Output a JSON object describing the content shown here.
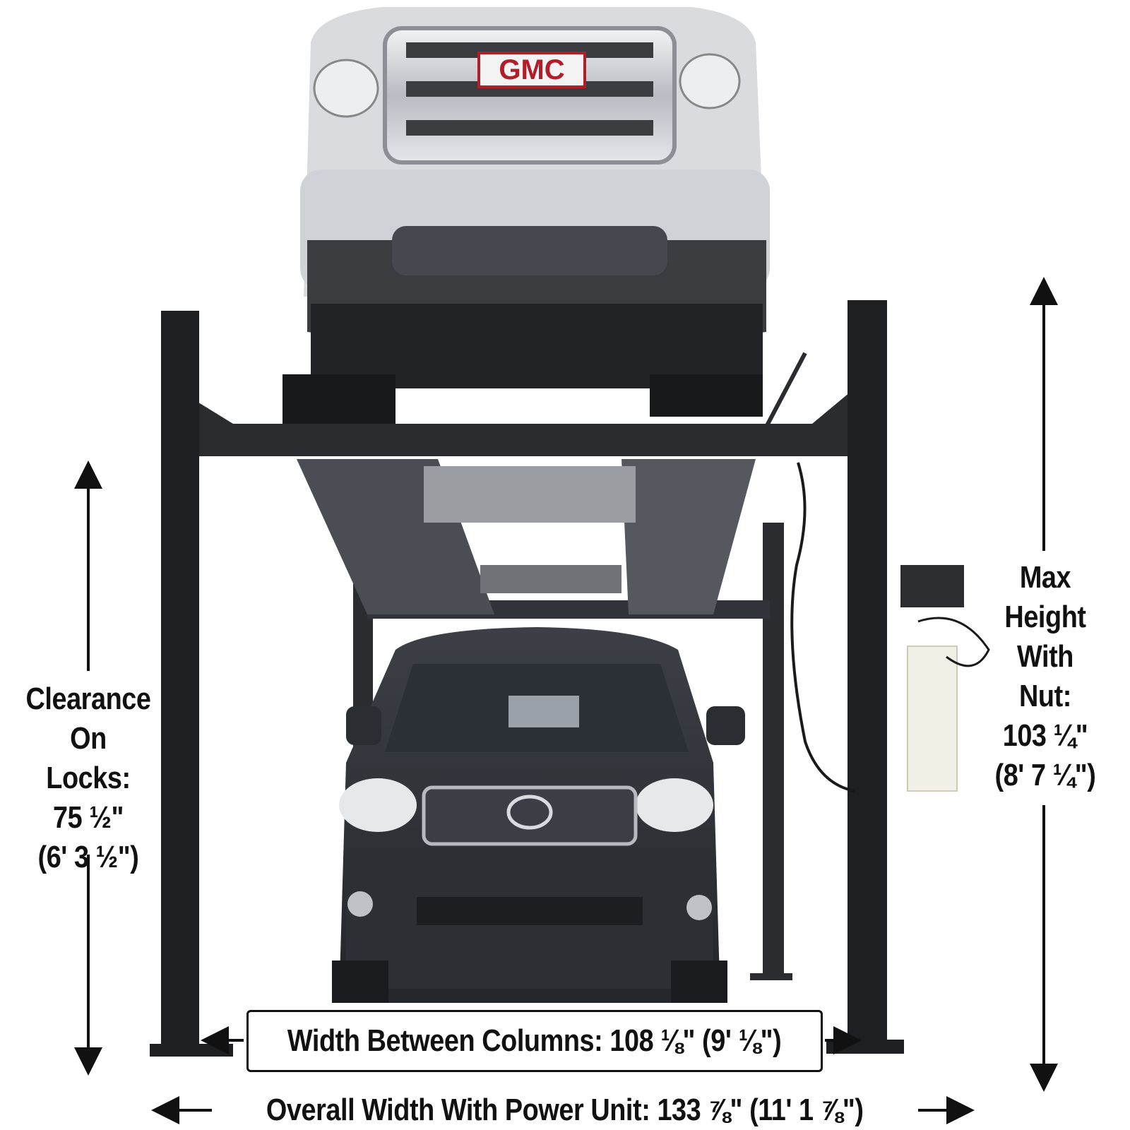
{
  "clearance": {
    "lines": [
      "Clearance",
      "On Locks:",
      "75 ½\"",
      "(6' 3 ½\")"
    ]
  },
  "max_height": {
    "lines": [
      "Max",
      "Height",
      "With",
      "Nut:",
      "103 ¼\"",
      "(8' 7 ¼\")"
    ]
  },
  "width_between_columns": "Width Between Columns: 108 ⅛\" (9' ⅛\")",
  "overall_width": "Overall Width With Power Unit: 133 ⅞\" (11' 1 ⅞\")",
  "top_vehicle_badge": "GMC",
  "colors": {
    "lift_frame": "#1d1f22",
    "platform": "#3a3d42",
    "top_vehicle": "#d6d8dc",
    "bottom_vehicle": "#2e3136",
    "text": "#111111"
  }
}
